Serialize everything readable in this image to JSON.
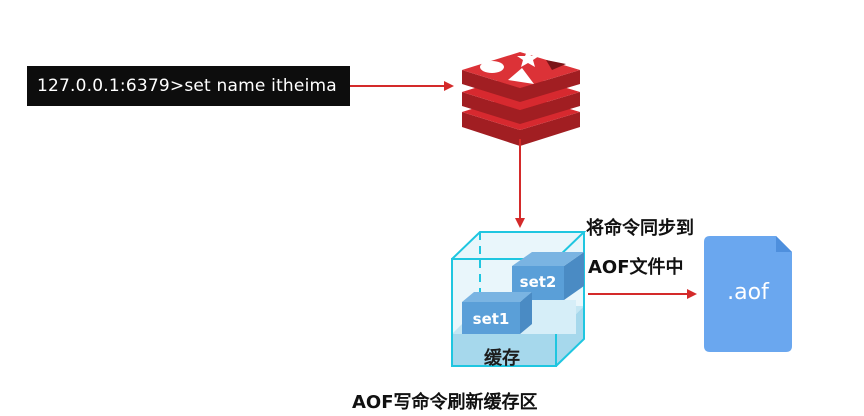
{
  "command": {
    "text": "127.0.0.1:6379>set name itheima"
  },
  "cache": {
    "label": "缓存",
    "blocks": [
      {
        "label": "set1"
      },
      {
        "label": "set2"
      }
    ]
  },
  "sync_label": {
    "line1": "将命令同步到",
    "line2": "AOF文件中"
  },
  "file": {
    "label": ".aof"
  },
  "caption": {
    "text": "AOF写命令刷新缓存区"
  },
  "colors": {
    "arrow": "#d42a2a",
    "redis_red": "#c8272c",
    "cube_edge": "#1fc6e0",
    "cube_fill": "#a6d8ec",
    "block_fill": "#5a9fd8",
    "file_fill": "#6aa7ef",
    "command_bg": "#0d0d0d"
  },
  "icons": {
    "redis": "redis-logo-icon",
    "file": "aof-file-icon"
  }
}
